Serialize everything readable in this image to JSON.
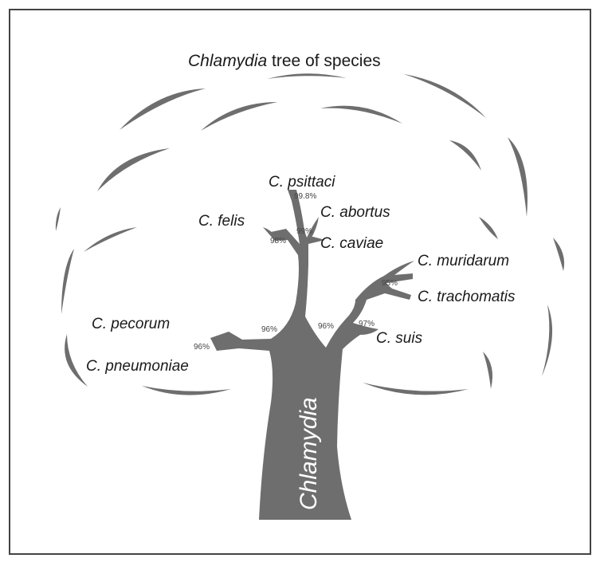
{
  "title": {
    "italic_part": "Chlamydia",
    "rest": " tree of species"
  },
  "trunk_label": "Chlamydia",
  "species": {
    "psittaci": "C. psittaci",
    "abortus": "C. abortus",
    "felis": "C. felis",
    "caviae": "C. caviae",
    "muridarum": "C. muridarum",
    "trachomatis": "C. trachomatis",
    "pecorum": "C. pecorum",
    "pneumoniae": "C. pneumoniae",
    "suis": "C. suis"
  },
  "percentages": {
    "psittaci_abortus": "99.8%",
    "psittaci_caviae": "99%",
    "felis": "98%",
    "left_main": "96%",
    "right_main": "96%",
    "pecorum_pneumoniae": "96%",
    "muridarum_trachomatis": "95%",
    "suis": "97%"
  },
  "colors": {
    "tree_fill": "#6e6e6e",
    "frame": "#444444",
    "background": "#ffffff"
  }
}
